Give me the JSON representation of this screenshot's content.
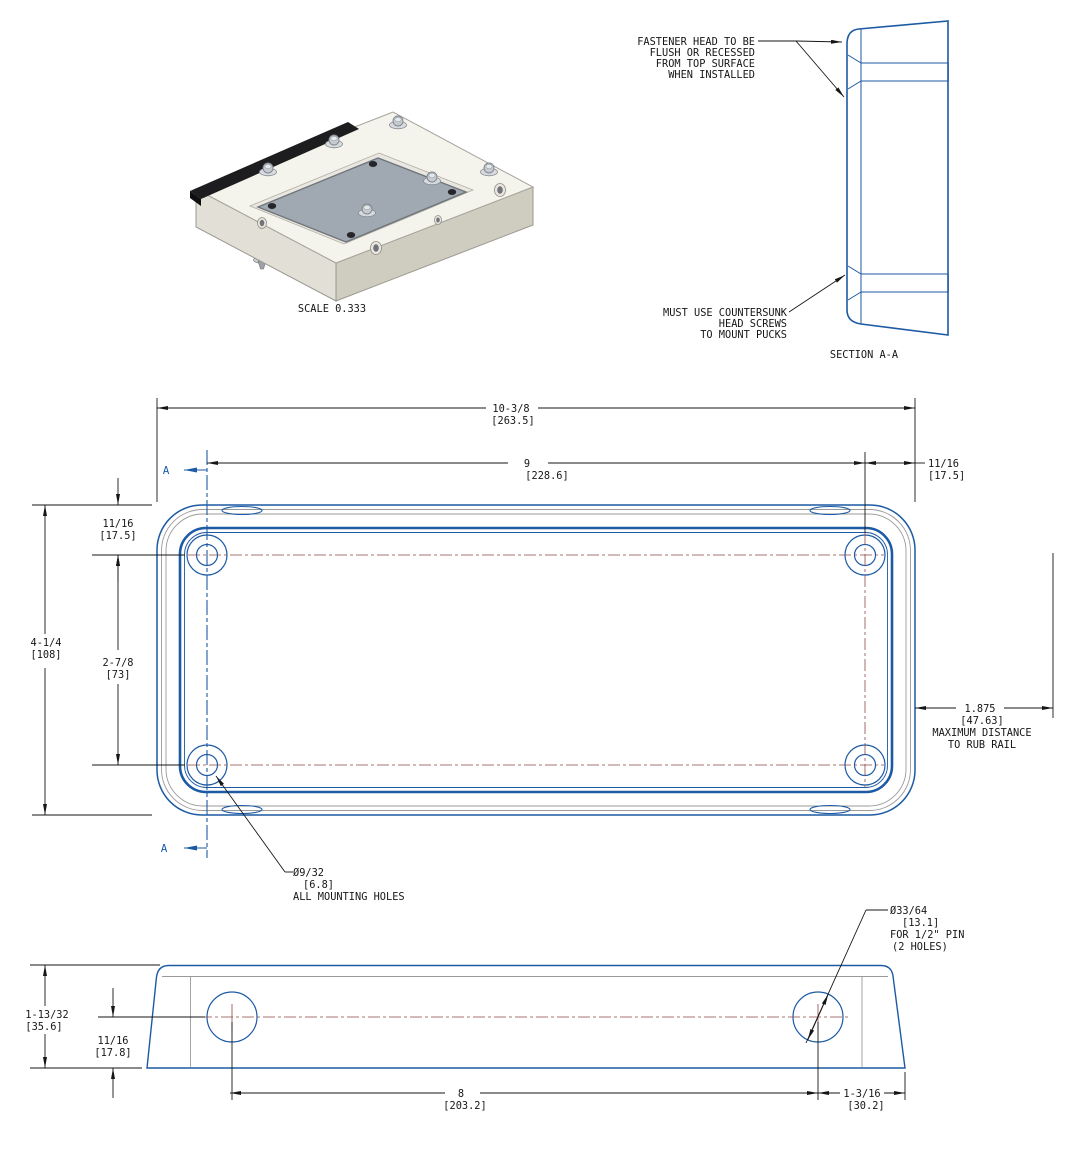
{
  "colors": {
    "background": "#ffffff",
    "line_blue": "#1c5aa4",
    "line_gray": "#9a9a9a",
    "centerline_red": "#8a4a45",
    "dim_black": "#161616",
    "hatch_dark": "#2c2c2f",
    "hatch_light": "#75757d"
  },
  "iso": {
    "caption": "SCALE 0.333"
  },
  "section": {
    "label": "SECTION A-A",
    "marker": "A",
    "note_fastener": {
      "l1": "FASTENER HEAD TO BE",
      "l2": "FLUSH OR RECESSED",
      "l3": "FROM TOP SURFACE",
      "l4": "WHEN INSTALLED"
    },
    "note_countersunk": {
      "l1": "MUST USE COUNTERSUNK",
      "l2": "HEAD SCREWS",
      "l3": "TO MOUNT PUCKS"
    }
  },
  "top_view": {
    "dim_overall_width": {
      "v": "10-3/8",
      "mm": "[263.5]"
    },
    "dim_hole_span_x": {
      "v": "9",
      "mm": "[228.6]"
    },
    "dim_edge_right": {
      "v": "11/16",
      "mm": "[17.5]"
    },
    "dim_overall_height": {
      "v": "4-1/4",
      "mm": "[108]"
    },
    "dim_edge_top": {
      "v": "11/16",
      "mm": "[17.5]"
    },
    "dim_hole_span_y": {
      "v": "2-7/8",
      "mm": "[73]"
    },
    "dim_rub_rail": {
      "v": "1.875",
      "mm": "[47.63]",
      "n1": "MAXIMUM DISTANCE",
      "n2": "TO RUB RAIL"
    },
    "callout_mounting_hole": {
      "v": "Ø9/32",
      "mm": "[6.8]",
      "n1": "ALL MOUNTING HOLES"
    }
  },
  "side_view": {
    "dim_overall_height": {
      "v": "1-13/32",
      "mm": "[35.6]"
    },
    "dim_hole_height": {
      "v": "11/16",
      "mm": "[17.8]"
    },
    "dim_pin_span": {
      "v": "8",
      "mm": "[203.2]"
    },
    "dim_pin_edge": {
      "v": "1-3/16",
      "mm": "[30.2]"
    },
    "callout_pin_hole": {
      "v": "Ø33/64",
      "mm": "[13.1]",
      "n1": "FOR 1/2\" PIN",
      "n2": "(2 HOLES)"
    }
  }
}
